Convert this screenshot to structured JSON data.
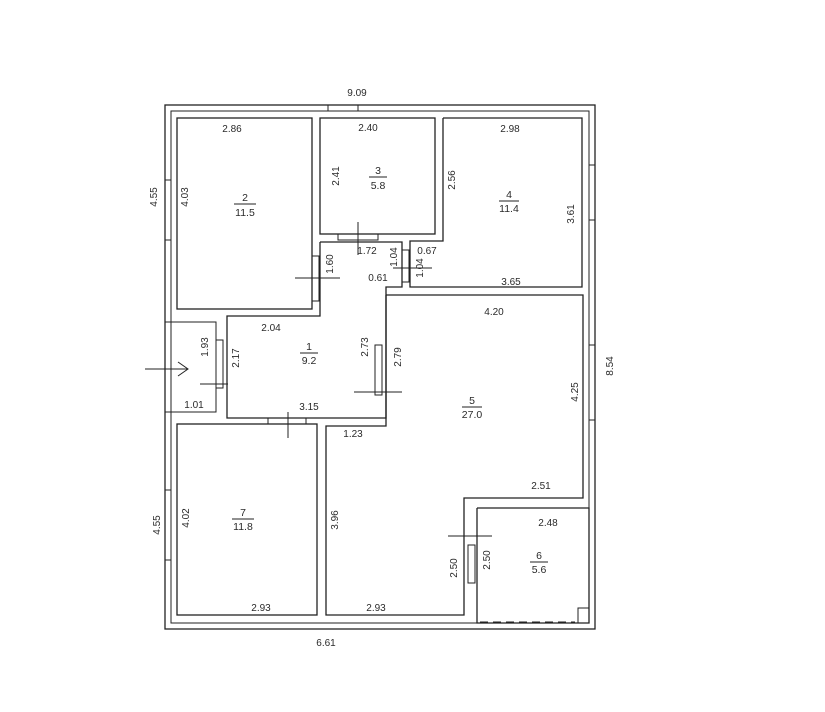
{
  "colors": {
    "line": "#222222",
    "text": "#2a2a2a",
    "background": "#ffffff"
  },
  "rooms": [
    {
      "number": "1",
      "area": "9.2"
    },
    {
      "number": "2",
      "area": "11.5"
    },
    {
      "number": "3",
      "area": "5.8"
    },
    {
      "number": "4",
      "area": "11.4"
    },
    {
      "number": "5",
      "area": "27.0"
    },
    {
      "number": "6",
      "area": "5.6"
    },
    {
      "number": "7",
      "area": "11.8"
    }
  ],
  "dimensions": {
    "overall_top": "9.09",
    "overall_bottom": "6.61",
    "overall_right": "8.54",
    "left_upper": "4.55",
    "left_lower": "4.55",
    "r2_top": "2.86",
    "r2_side": "4.03",
    "r3_top": "2.40",
    "r3_side": "2.41",
    "r3_bottom": "1.72",
    "r4_top": "2.98",
    "r4_left": "2.56",
    "r4_right": "3.61",
    "r4_bottom": "3.65",
    "hall_1_60": "1.60",
    "hall_1_04a": "1.04",
    "hall_0_67": "0.67",
    "hall_0_61": "0.61",
    "hall_1_04b": "1.04",
    "r1_top": "2.04",
    "r1_left": "2.17",
    "r1_right": "2.73",
    "r1_bottom": "3.15",
    "entry_side": "1.93",
    "entry_bottom": "1.01",
    "r5_top": "4.20",
    "r5_left": "2.79",
    "r5_right": "4.25",
    "r5_notch": "1.23",
    "r5_side_lower": "3.96",
    "r5_bottom": "2.93",
    "r5_step": "2.51",
    "r6_top": "2.48",
    "r6_left_a": "2.50",
    "r6_left_b": "2.50",
    "r7_side": "4.02",
    "r7_bottom": "2.93"
  }
}
